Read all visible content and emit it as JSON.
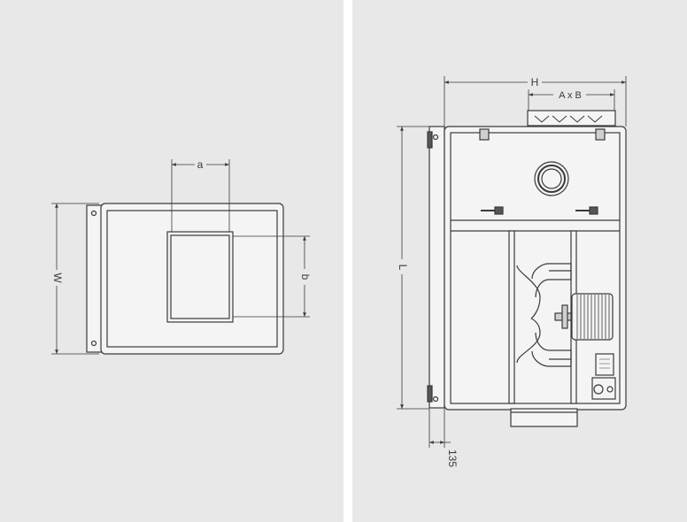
{
  "left_view": {
    "dim_a": "a",
    "dim_b": "b",
    "dim_w": "W"
  },
  "right_view": {
    "dim_h": "H",
    "dim_axb": "A x B",
    "dim_l": "L",
    "dim_135": "135"
  },
  "colors": {
    "background": "#e8e8e8",
    "line": "#3a3a3a",
    "fill_light": "#f4f4f4",
    "fill_mid": "#cfcfcf",
    "fill_dark": "#555555"
  }
}
